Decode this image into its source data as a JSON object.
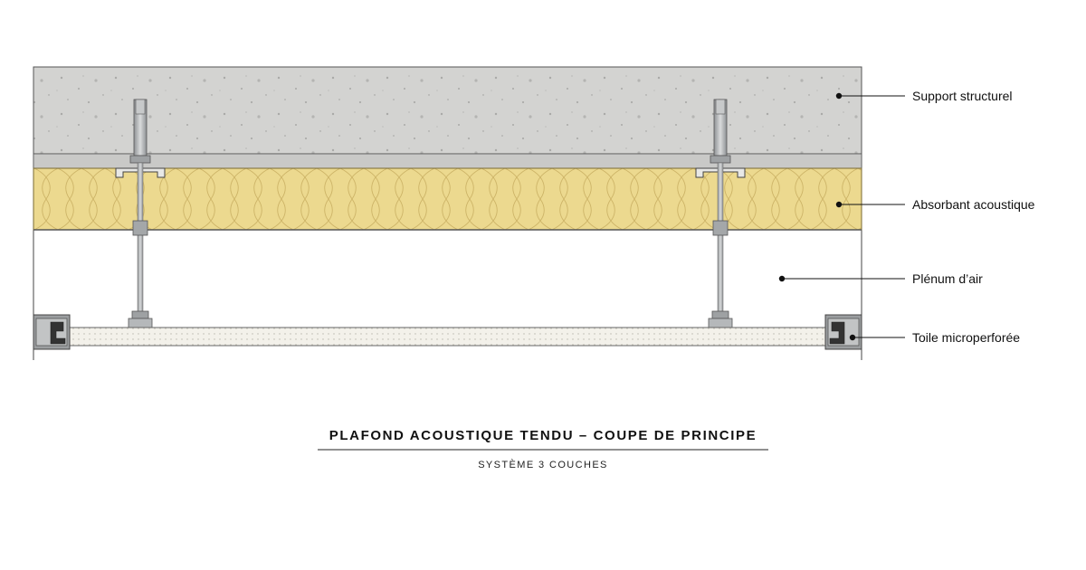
{
  "layers": [
    {
      "key": "support",
      "label": "Support structurel"
    },
    {
      "key": "absorbant",
      "label": "Absorbant acoustique"
    },
    {
      "key": "plenum",
      "label": "Plénum d’air"
    },
    {
      "key": "toile",
      "label": "Toile microperforée"
    }
  ],
  "caption": {
    "title": "PLAFOND ACOUSTIQUE TENDU – COUPE DE PRINCIPE",
    "subtitle": "SYSTÈME 3 COUCHES"
  },
  "colors": {
    "concrete": "#d3d3d1",
    "insulation": "#ecd98f",
    "insulation_line": "#c9b25f",
    "fabric": "#f3f1ea",
    "steel": "#b8bbbd"
  }
}
